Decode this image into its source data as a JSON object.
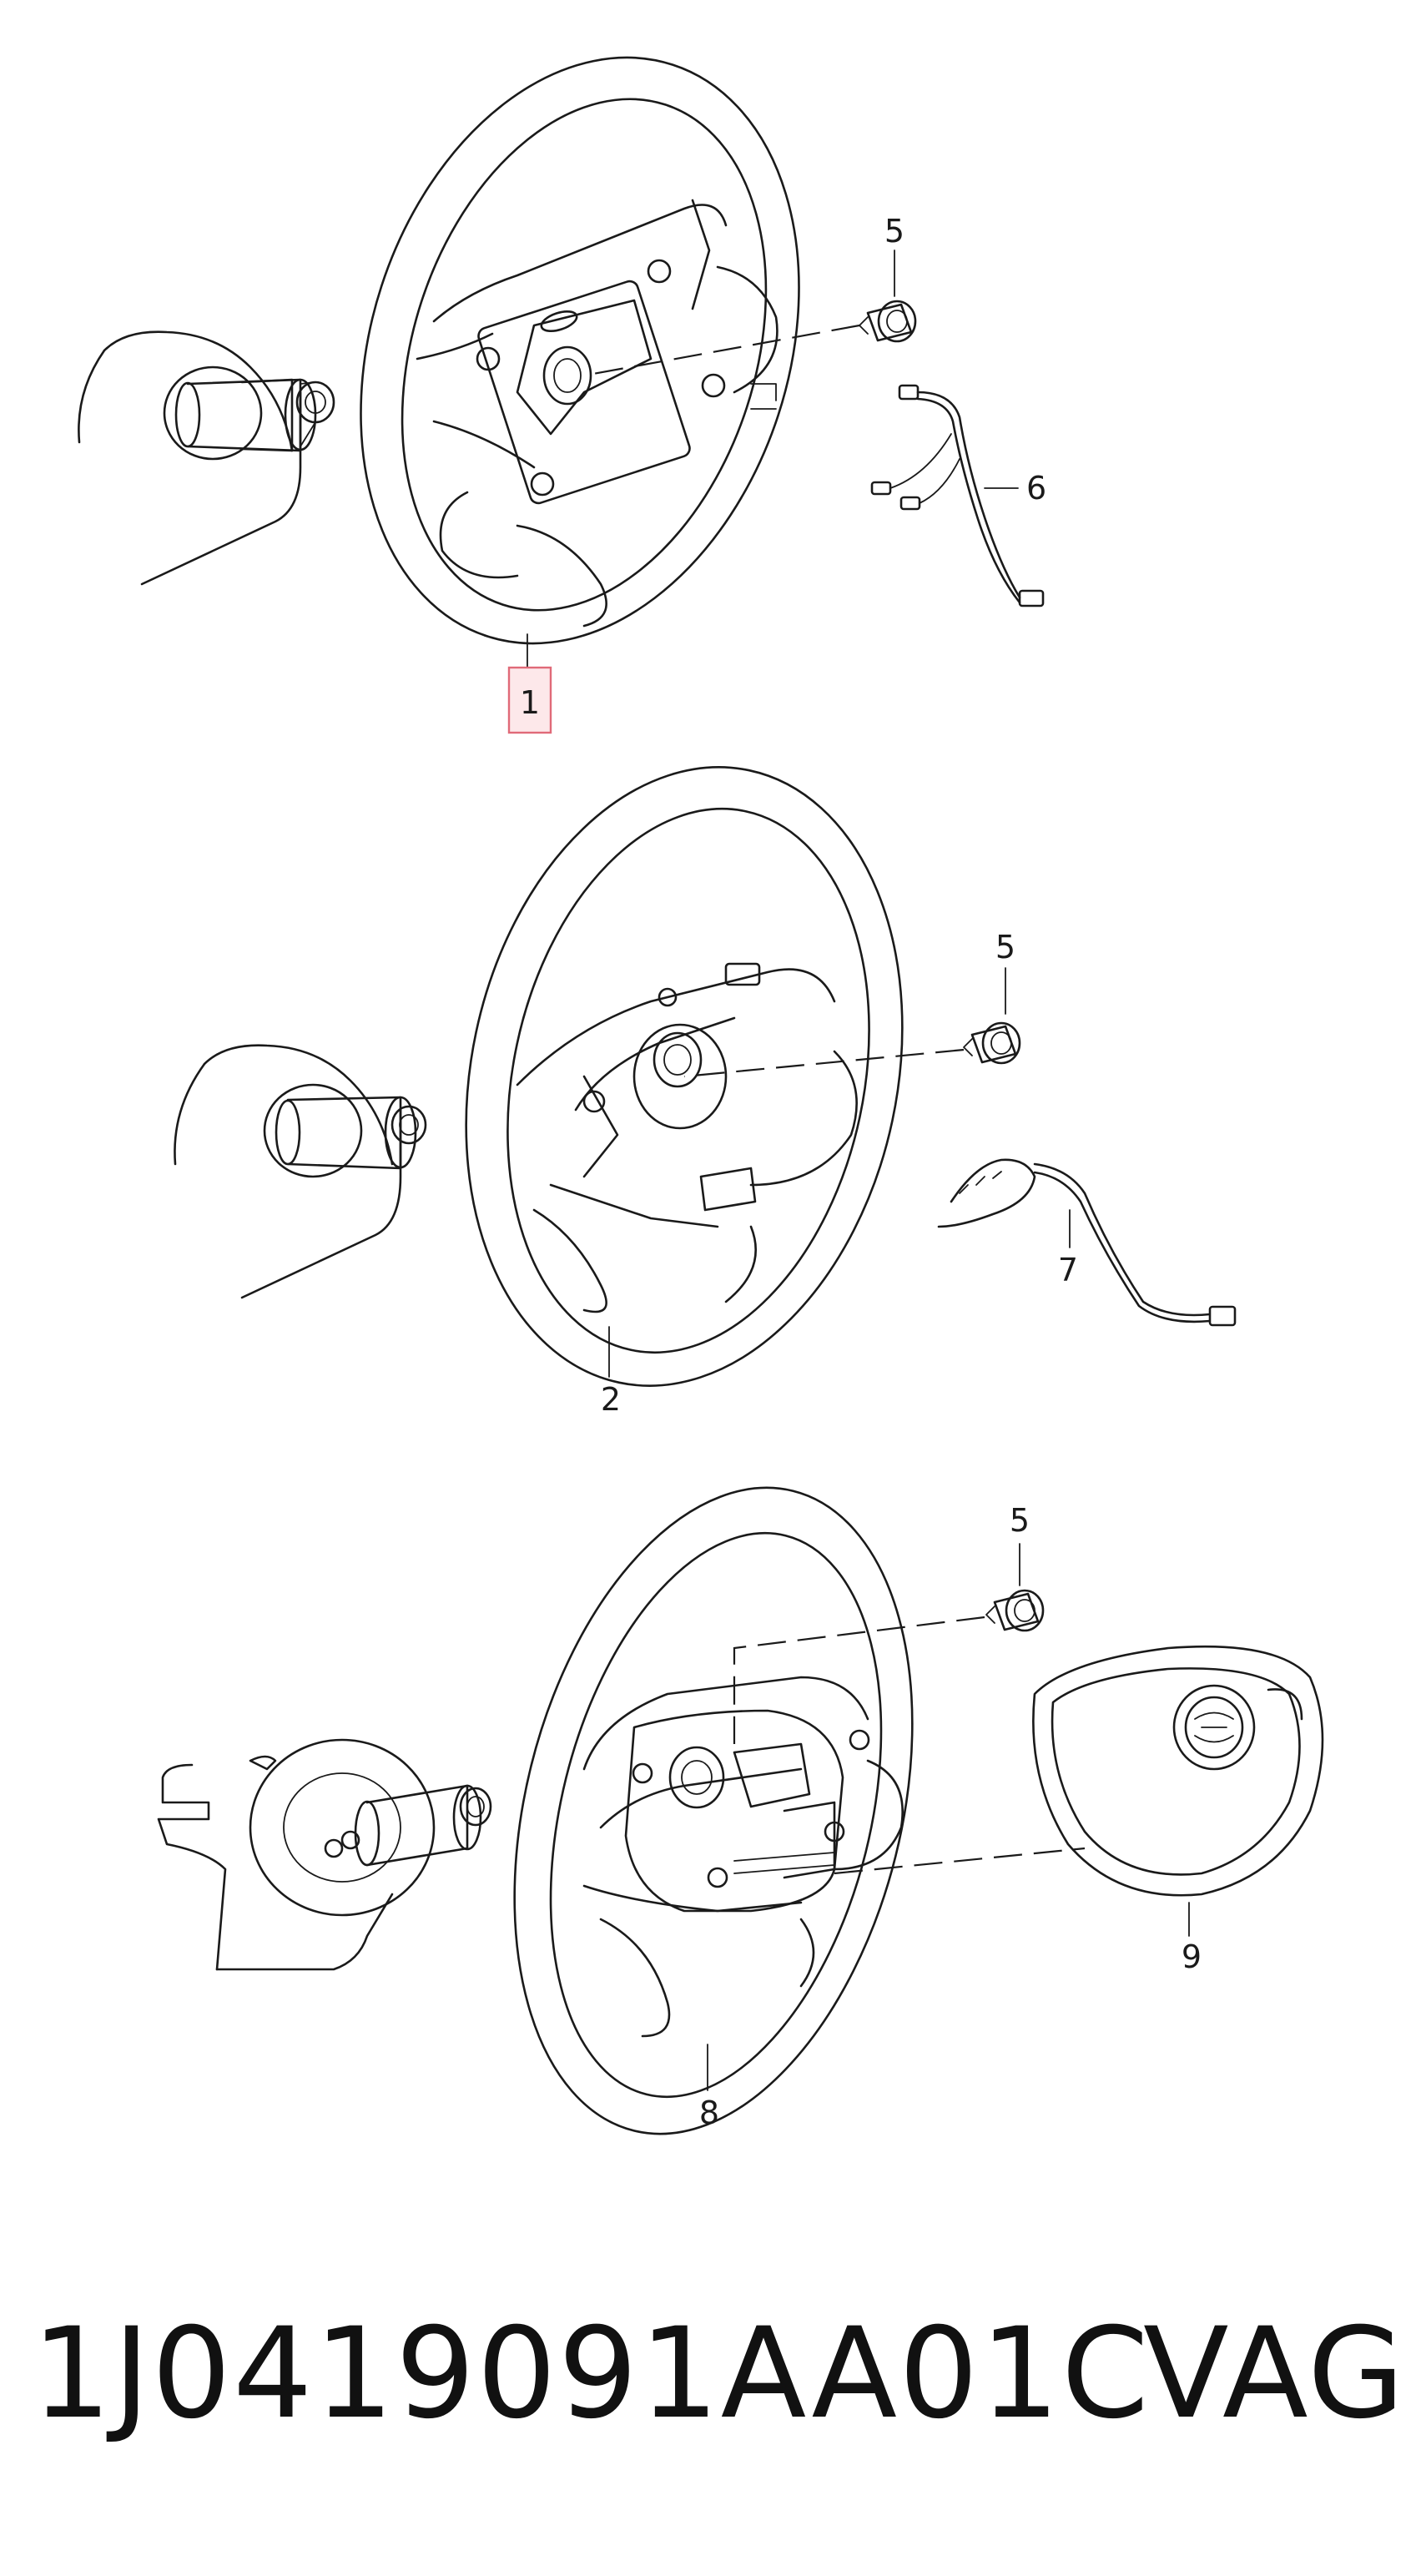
{
  "diagram": {
    "callouts": {
      "c1": "1",
      "c2": "2",
      "c5a": "5",
      "c5b": "5",
      "c5c": "5",
      "c6": "6",
      "c7": "7",
      "c8": "8",
      "c9": "9"
    },
    "highlight_color": "#e06a78"
  },
  "footer": {
    "part_number": "1J0419091AA01C",
    "brand": "VAG"
  }
}
